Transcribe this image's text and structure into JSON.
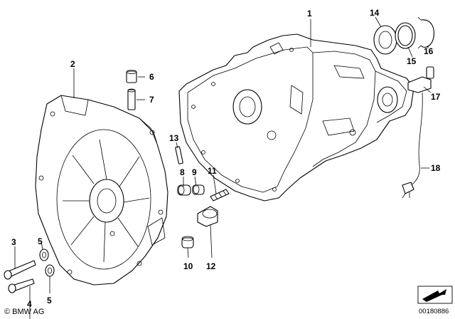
{
  "callouts": [
    {
      "id": "c1",
      "label": "1"
    },
    {
      "id": "c2",
      "label": "2"
    },
    {
      "id": "c3",
      "label": "3"
    },
    {
      "id": "c4",
      "label": "4"
    },
    {
      "id": "c5a",
      "label": "5"
    },
    {
      "id": "c5b",
      "label": "5"
    },
    {
      "id": "c6",
      "label": "6"
    },
    {
      "id": "c7",
      "label": "7"
    },
    {
      "id": "c8",
      "label": "8"
    },
    {
      "id": "c9",
      "label": "9"
    },
    {
      "id": "c10",
      "label": "10"
    },
    {
      "id": "c11",
      "label": "11"
    },
    {
      "id": "c12",
      "label": "12"
    },
    {
      "id": "c13",
      "label": "13"
    },
    {
      "id": "c14",
      "label": "14"
    },
    {
      "id": "c15",
      "label": "15"
    },
    {
      "id": "c16",
      "label": "16"
    },
    {
      "id": "c17",
      "label": "17"
    },
    {
      "id": "c18",
      "label": "18"
    }
  ],
  "footer": {
    "copyright": "© BMW AG",
    "diagram_number": "00180886"
  }
}
